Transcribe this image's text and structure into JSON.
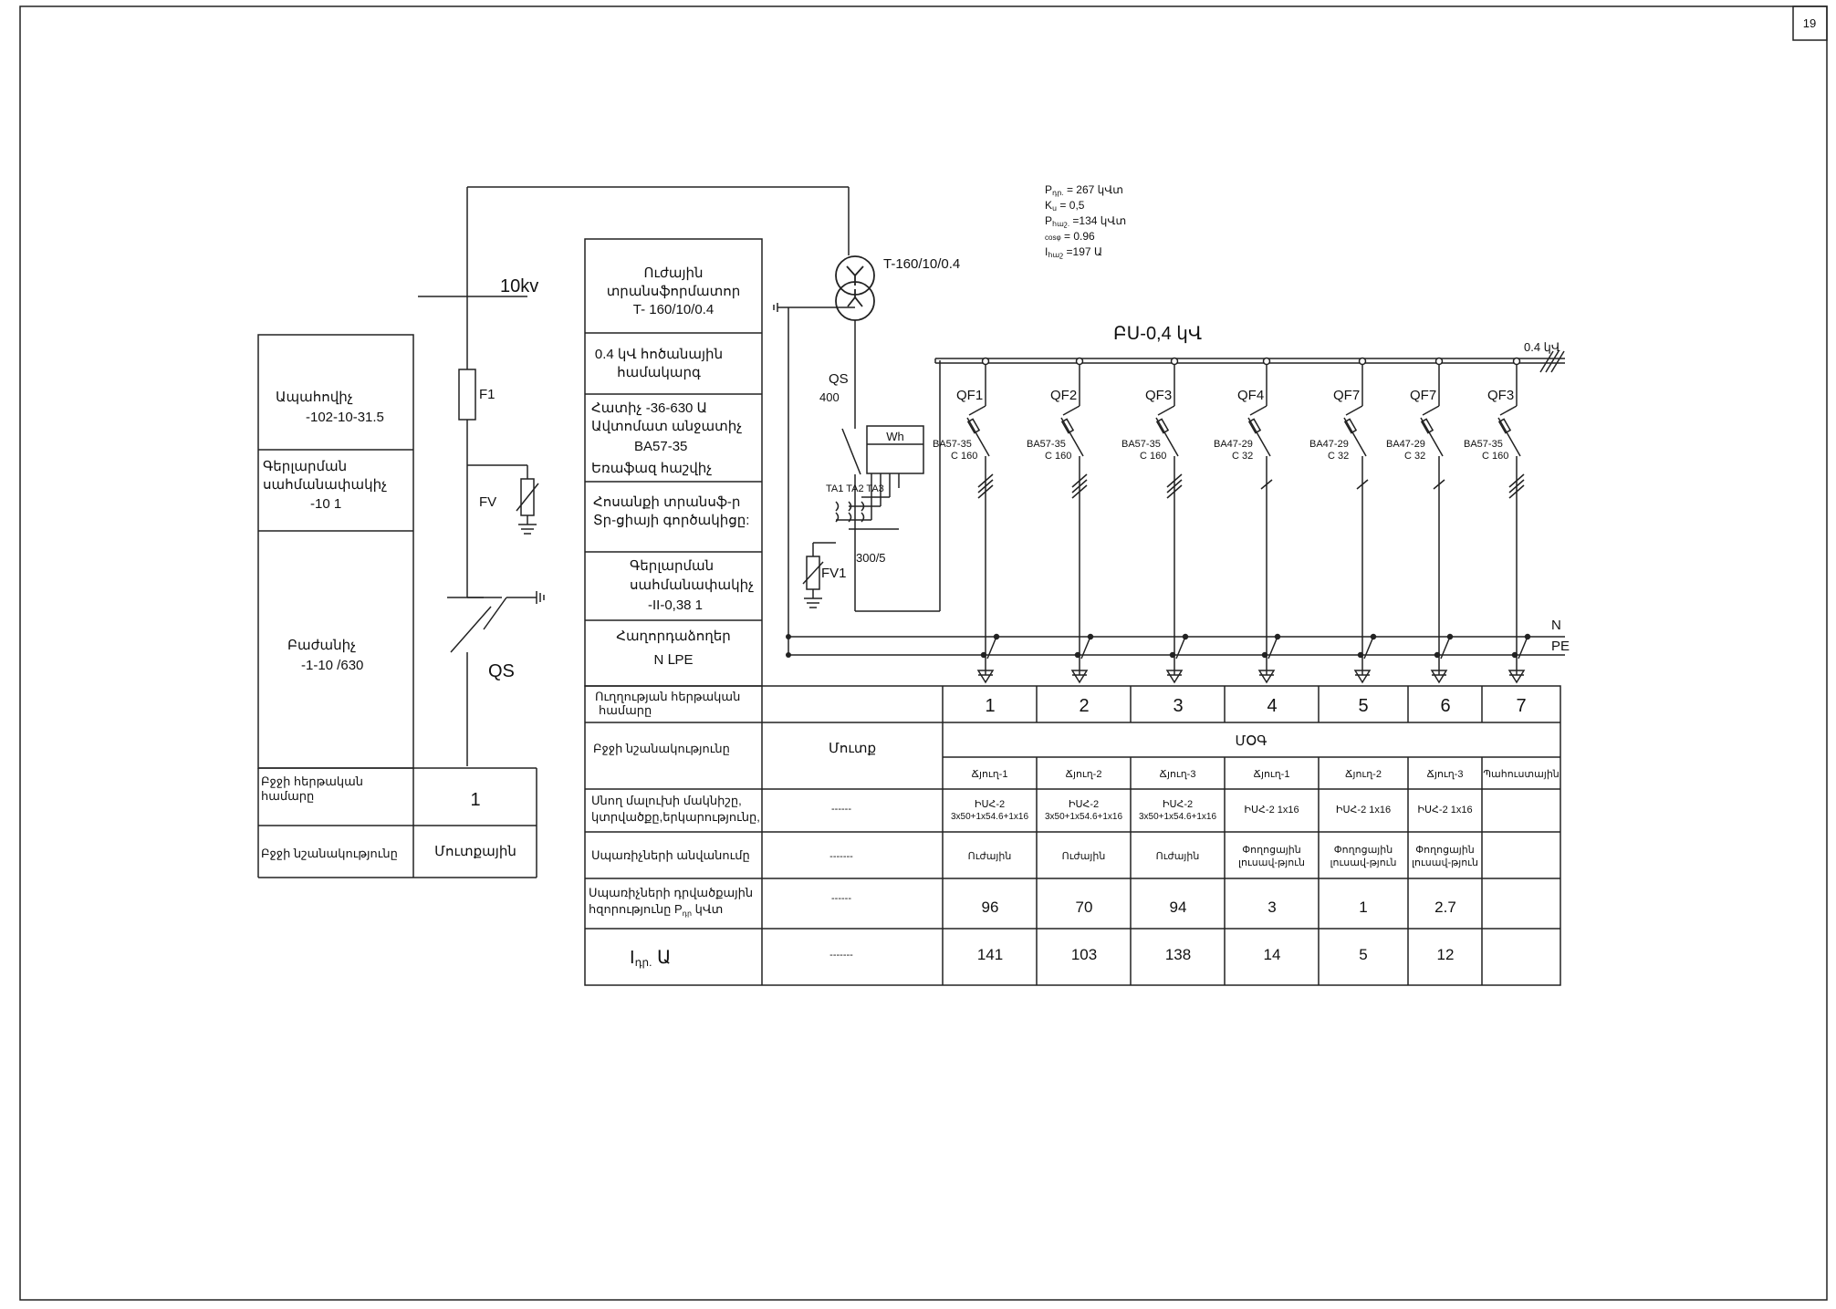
{
  "page_number": "19",
  "hv": {
    "voltage": "10kv",
    "fuse": "F1",
    "arrester": "FV",
    "disconnector": "QS"
  },
  "left_table": {
    "fuse_spec": [
      "Ապահովիչ",
      "-102-10-31.5"
    ],
    "arrester_spec": [
      "Գերլարման",
      "սահմանափակիչ",
      "-10   1"
    ],
    "switch_spec": [
      "Բաժանիչ",
      "-1-10   /630"
    ],
    "cell_number_label": [
      "Բջջի հերթական",
      "համարը"
    ],
    "cell_number_value": "1",
    "cell_purpose_label": "Բջջի նշանակությունը",
    "cell_purpose_value": "Մուտքային"
  },
  "middle_table": {
    "transformer": [
      "Ուժային",
      "տրանսֆորմատոր",
      "T- 160/10/0.4"
    ],
    "busbar_system": [
      "0.4 կՎ հոծանային",
      "համակարգ"
    ],
    "breaker": [
      "Հատիչ       -36-630 Ա",
      "Ավտոմատ անջատիչ",
      "BA57-35",
      "Եռաֆազ հաշվիչ"
    ],
    "current_transformer": [
      "Հոսանքի տրանսֆ-ր",
      "Տր-ցիայի գործակիցը:"
    ],
    "arrester": [
      "Գերլարման",
      "սահմանափակիչ",
      "-II-0,38      1"
    ],
    "conductors": [
      "Հաղորդաձողեր",
      "N  ԼPE"
    ]
  },
  "transformer_label": "T-160/10/0.4",
  "calc": {
    "line1": "P",
    "line1_sub": "դր.",
    "line1_val": " = 267  կՎտ",
    "line2": "K",
    "line2_sub": "ս",
    "line2_val": "  = 0,5",
    "line3": "P",
    "line3_sub": "հաշ.",
    "line3_val": " =134  կՎտ",
    "line4": "cos",
    "line4_sub": "φ",
    "line4_val": " = 0.96",
    "line5": "I",
    "line5_sub": "հաշ",
    "line5_val": "  =197  Ա"
  },
  "lv": {
    "bus_title": "ԲՍ-0,4 կՎ",
    "bus_voltage": "0.4 կՎ",
    "main_switch": "QS",
    "main_switch_rating": "400",
    "meter": "Wh",
    "ct_labels": "TA1 TA2 TA3",
    "ct_ratio": "300/5",
    "arrester": "FV1",
    "n_label": "N",
    "pe_label": "PE"
  },
  "feeders": [
    {
      "qf": "QF1",
      "type": "BA57-35",
      "rating": "C 160",
      "number": "1",
      "line": "Ճյուղ-1",
      "cable": [
        "ԻՍՀ-2",
        "3x50+1x54.6+1x16"
      ],
      "consumer": [
        "Ուժային"
      ],
      "power": "96",
      "current": "141"
    },
    {
      "qf": "QF2",
      "type": "BA57-35",
      "rating": "C 160",
      "number": "2",
      "line": "Ճյուղ-2",
      "cable": [
        "ԻՍՀ-2",
        "3x50+1x54.6+1x16"
      ],
      "consumer": [
        "Ուժային"
      ],
      "power": "70",
      "current": "103"
    },
    {
      "qf": "QF3",
      "type": "BA57-35",
      "rating": "C 160",
      "number": "3",
      "line": "Ճյուղ-3",
      "cable": [
        "ԻՍՀ-2",
        "3x50+1x54.6+1x16"
      ],
      "consumer": [
        "Ուժային"
      ],
      "power": "94",
      "current": "138"
    },
    {
      "qf": "QF4",
      "type": "BA47-29",
      "rating": "C 32",
      "number": "4",
      "line": "Ճյուղ-1",
      "cable": [
        "ԻՍՀ-2 1x16"
      ],
      "consumer": [
        "Փողոցային",
        "լուսավ-թյուն"
      ],
      "power": "3",
      "current": "14"
    },
    {
      "qf": "QF7",
      "type": "BA47-29",
      "rating": "C 32",
      "number": "5",
      "line": "Ճյուղ-2",
      "cable": [
        "ԻՍՀ-2 1x16"
      ],
      "consumer": [
        "Փողոցային",
        "լուսավ-թյուն"
      ],
      "power": "1",
      "current": "5"
    },
    {
      "qf": "QF7",
      "type": "BA47-29",
      "rating": "C 32",
      "number": "6",
      "line": "Ճյուղ-3",
      "cable": [
        "ԻՍՀ-2 1x16"
      ],
      "consumer": [
        "Փողոցային",
        "լուսավ-թյուն"
      ],
      "power": "2.7",
      "current": "12"
    },
    {
      "qf": "QF3",
      "type": "BA57-35",
      "rating": "C 160",
      "number": "7",
      "line": "Պահուստային",
      "cable": [],
      "consumer": [],
      "power": "",
      "current": ""
    }
  ],
  "bottom_table": {
    "row_number_label": [
      "Ուղղության հերթական",
      "համարը"
    ],
    "row_purpose_label": "Բջջի նշանակությունը",
    "purpose_input": "Մուտք",
    "purpose_group": "ՄՕԳ",
    "row_cable_label": [
      "Սնող մալուխի մակնիշը,",
      "կտրվածքը,երկարությունը,"
    ],
    "row_consumer_label": "Սպառիչների անվանումը",
    "row_power_label": [
      "Սպառիչների դրվածքային",
      "հզորությունը   P",
      "դր",
      "   կՎտ"
    ],
    "row_current_label": [
      "I",
      "դր.",
      "      Ա"
    ],
    "dash_cable": "------",
    "dash_consumer": "-------",
    "dash_power": "------",
    "dash_current": "-------"
  }
}
